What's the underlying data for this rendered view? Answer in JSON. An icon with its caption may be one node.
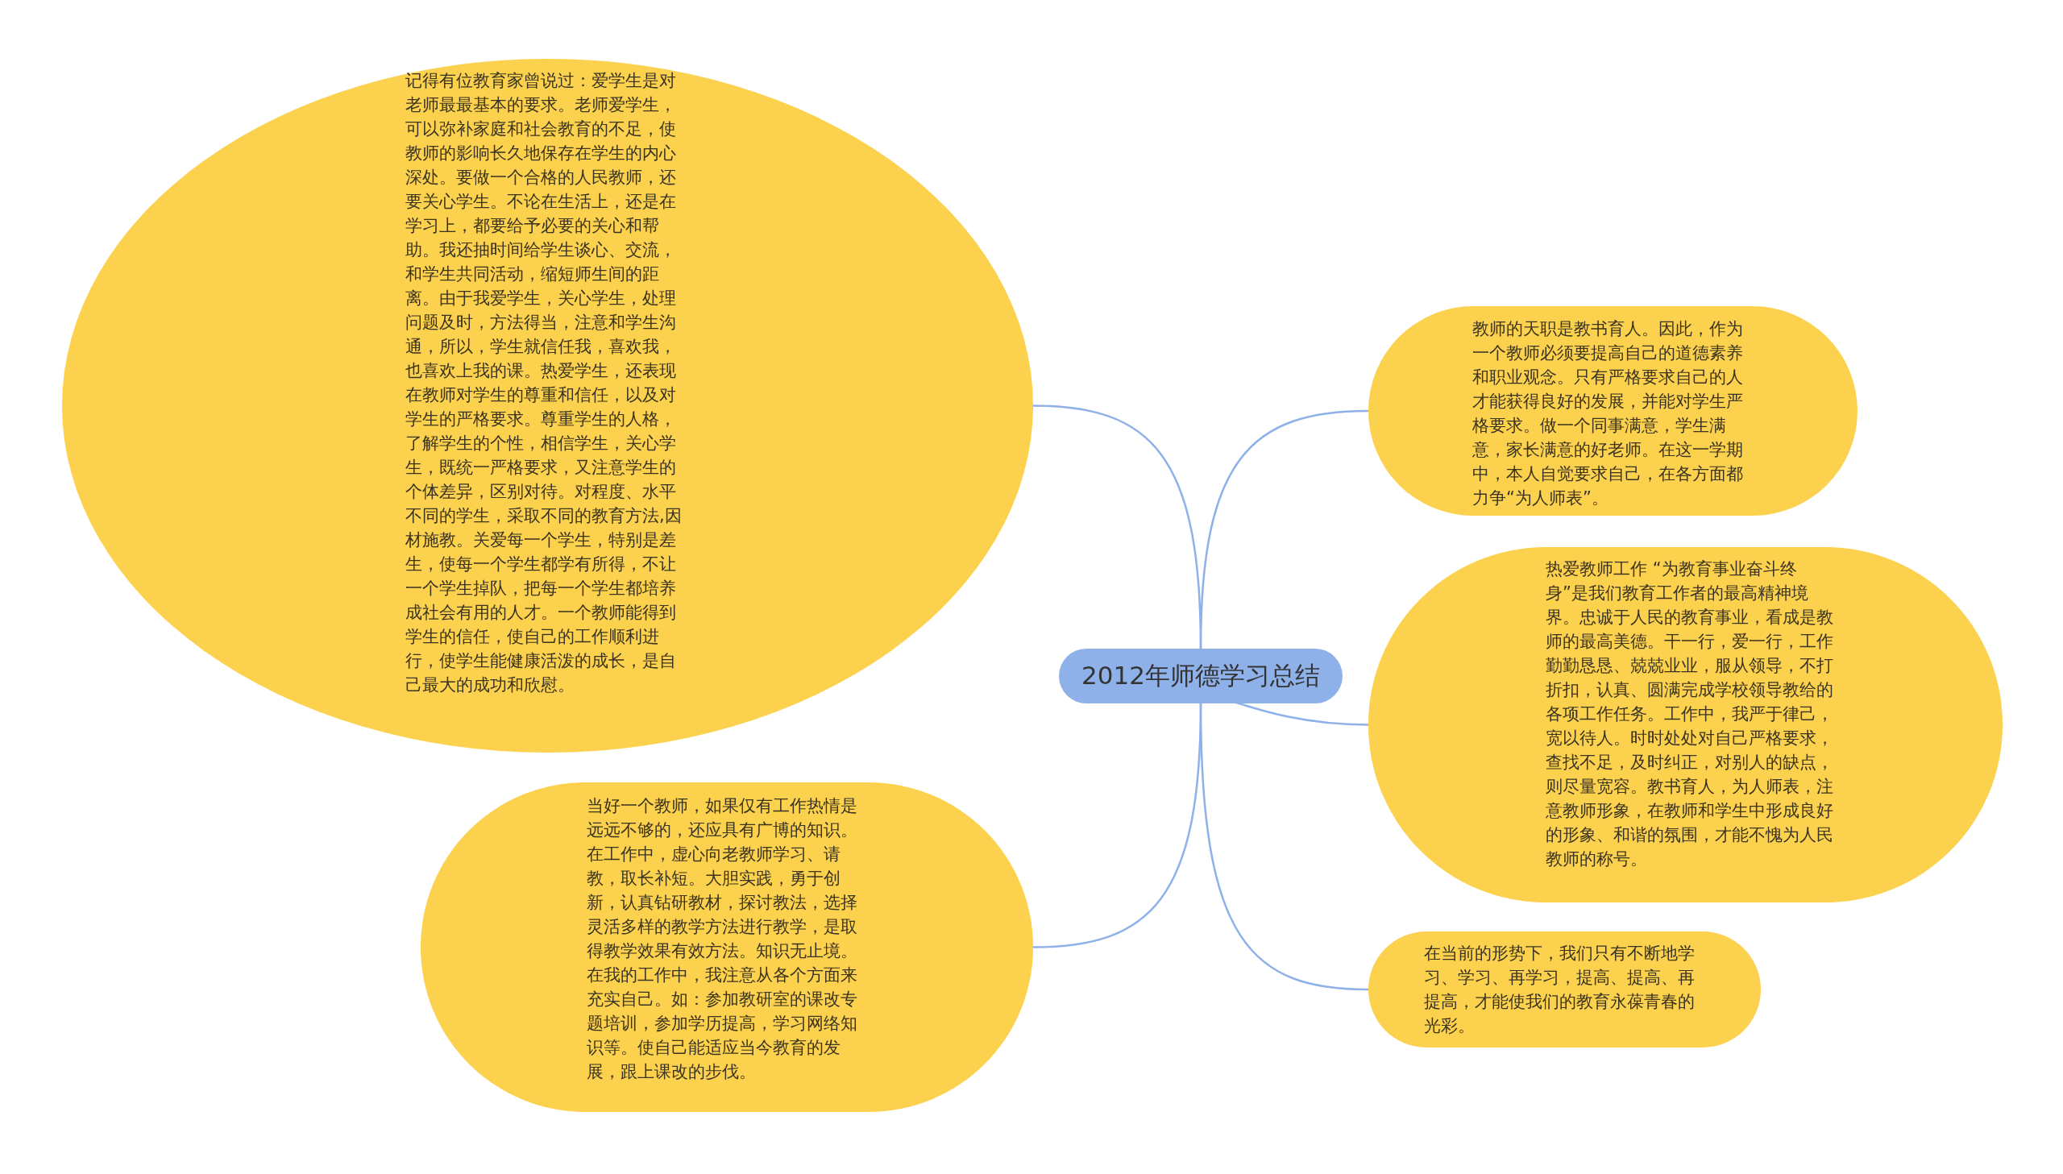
{
  "diagram": {
    "nodes": [
      {
        "text": [
          "2012年师德学习总结"
        ]
      },
      {
        "text": [
          "记得有位教育家曾说过：爱学生是对老师最最基本的要求。老师爱学生，可以弥补家庭和社会教育的不足，使教师的影响长久地保存在学生的内心深处。要做一个合格的人民教师，还要关心学生。不论在生活上，还是在学习上，都要给予必要的关心和帮助。我还抽时间给学生谈心、交流，和学生共同活动，缩短师生间的距离。由于我爱学生，关心学生，处理问题及时，方法得当，注意和学生沟通，所以，学生就信任我，喜欢我，也喜欢上我的课。热爱学生，还表现在教师对学生的尊重和信任，以及对学生的严格要求。尊重学生的人格，了解学生的个性，相信学生，关心学生，既统一严格要求，又注意学生的个体差异，区别对待。对程度、水平不同的学生，采取不同的教育方法,因材施教。关爱每一个学生，特别是差生，使每一个学生都学有所得，不让一个学生掉队，把每一个学生都培养成社会有用的人才。一个教师能得到学生的信任，使自己的工作顺利进行，使学生能健康活泼的成长，是自己最大的成功和欣慰。"
        ]
      },
      {
        "text": [
          "当好一个教师，如果仅有工作热情是远远不够的，还应具有广博的知识。在工作中，虚心向老教师学习、请教，取长补短。大胆实践，勇于创新，认真钻研教材，探讨教法，选择灵活多样的教学方法进行教学，是取得教学效果有效方法。知识无止境。在我的工作中，我注意从各个方面来充实自己。如：参加教研室的课改专题培训，参加学历提高，学习网络知识等。使自己能适应当今教育的发展，跟上课改的步伐。"
        ]
      },
      {
        "text": [
          "教师的天职是教书育人。因此，作为一个教师必须要提高自己的道德素养和职业观念。只有严格要求自己的人才能获得良好的发展，并能对学生严格要求。做一个同事满意，学生满意，家长满意的好老师。在这一学期中，本人自觉要求自己，在各方面都力争“为人师表”。"
        ]
      },
      {
        "text": [
          "热爱教师工作 “为教育事业奋斗终身”是我们教育工作者的最高精神境界。忠诚于人民的教育事业，看成是教师的最高美德。干一行，爱一行，工作勤勤恳恳、兢兢业业，服从领导，不打折扣，认真、圆满完成学校领导教给的各项工作任务。工作中，我严于律己，宽以待人。时时处处对自己严格要求，查找不足，及时纠正，对别人的缺点，则尽量宽容。教书育人，为人师表，注意教师形象，在教师和学生中形成良好的形象、和谐的氛围，才能不愧为人民教师的称号。"
        ]
      },
      {
        "text": [
          "在当前的形势下，我们只有不断地学习、学习、再学习，提高、提高、再提高，才能使我们的教育永葆青春的光彩。"
        ]
      }
    ],
    "edges": [
      {
        "from": 0,
        "to": 1,
        "arrow": "none"
      },
      {
        "from": 0,
        "to": 2,
        "arrow": "none"
      },
      {
        "from": 0,
        "to": 3,
        "arrow": "none"
      },
      {
        "from": 0,
        "to": 4,
        "arrow": "none"
      },
      {
        "from": 0,
        "to": 5,
        "arrow": "none"
      }
    ]
  }
}
